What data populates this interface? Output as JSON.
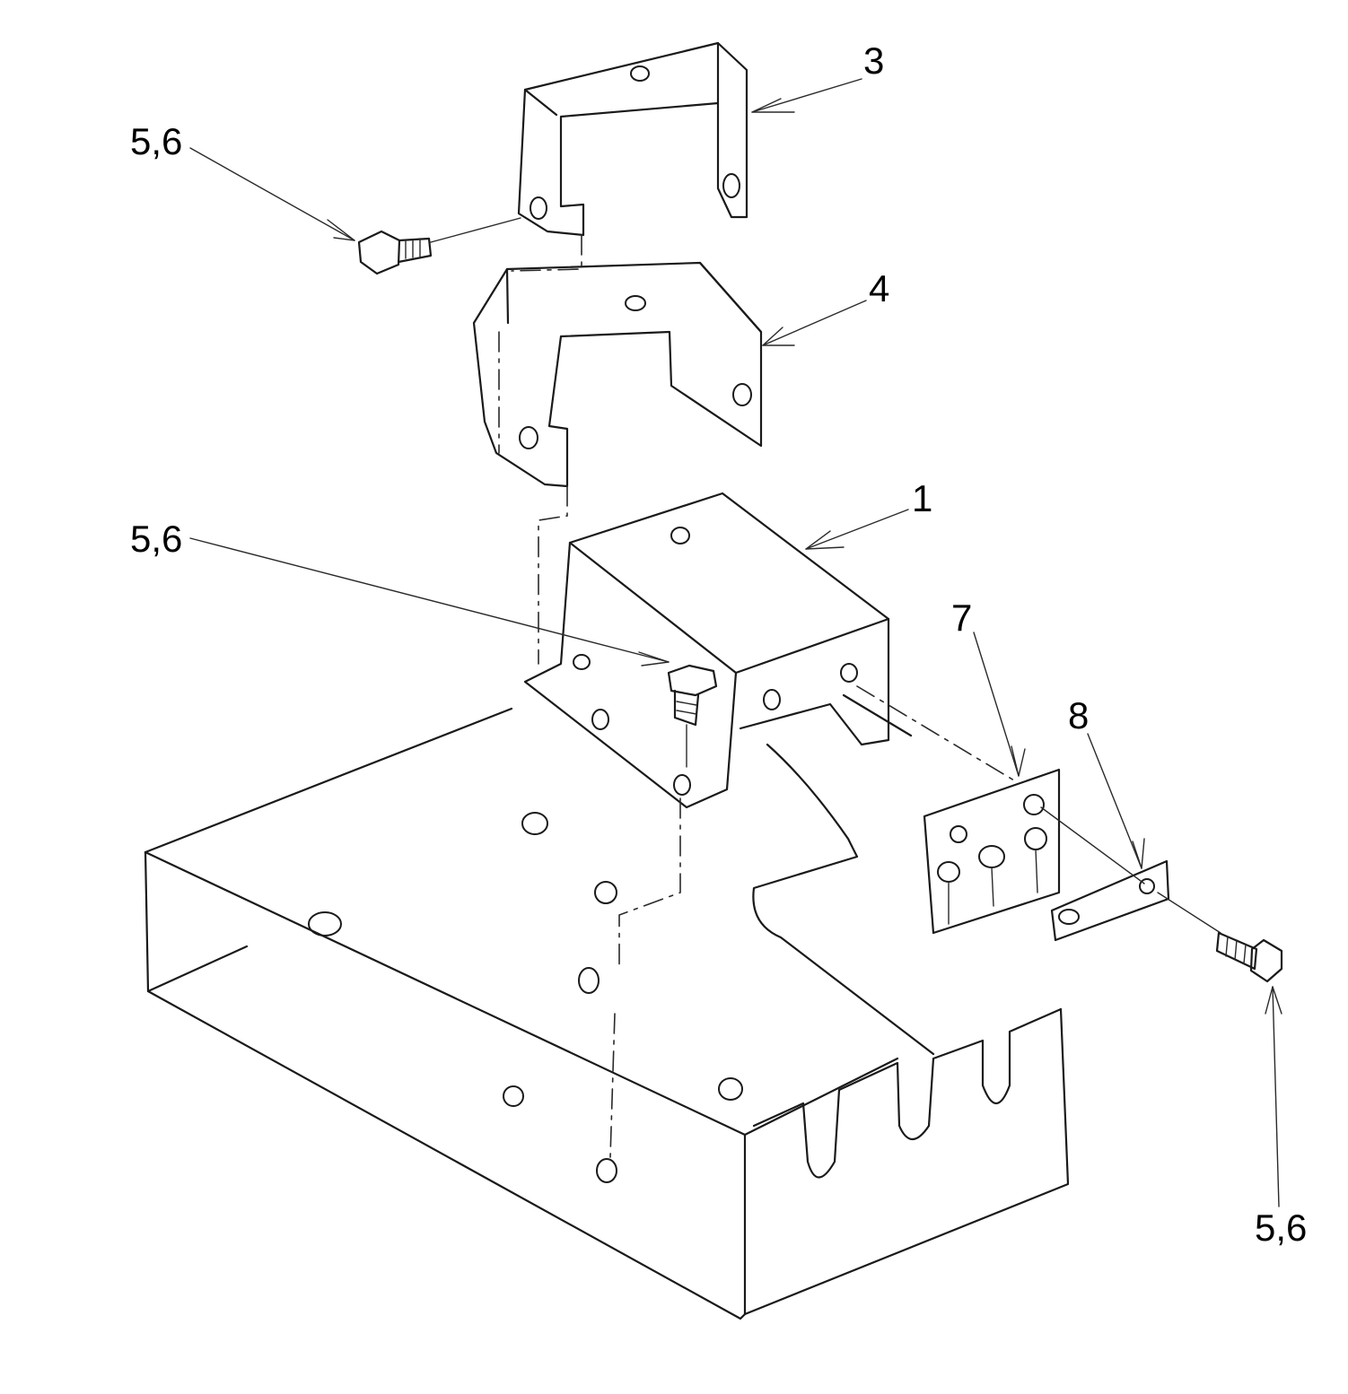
{
  "callouts": [
    {
      "id": "label-3",
      "text": "3"
    },
    {
      "id": "label-4",
      "text": "4"
    },
    {
      "id": "label-1",
      "text": "1"
    },
    {
      "id": "label-7",
      "text": "7"
    },
    {
      "id": "label-8",
      "text": "8"
    },
    {
      "id": "label-56-top",
      "text": "5,6"
    },
    {
      "id": "label-56-mid",
      "text": "5,6"
    },
    {
      "id": "label-56-bottom",
      "text": "5,6"
    }
  ],
  "colors": {
    "line": "#1a1a1a",
    "background": "#ffffff"
  }
}
